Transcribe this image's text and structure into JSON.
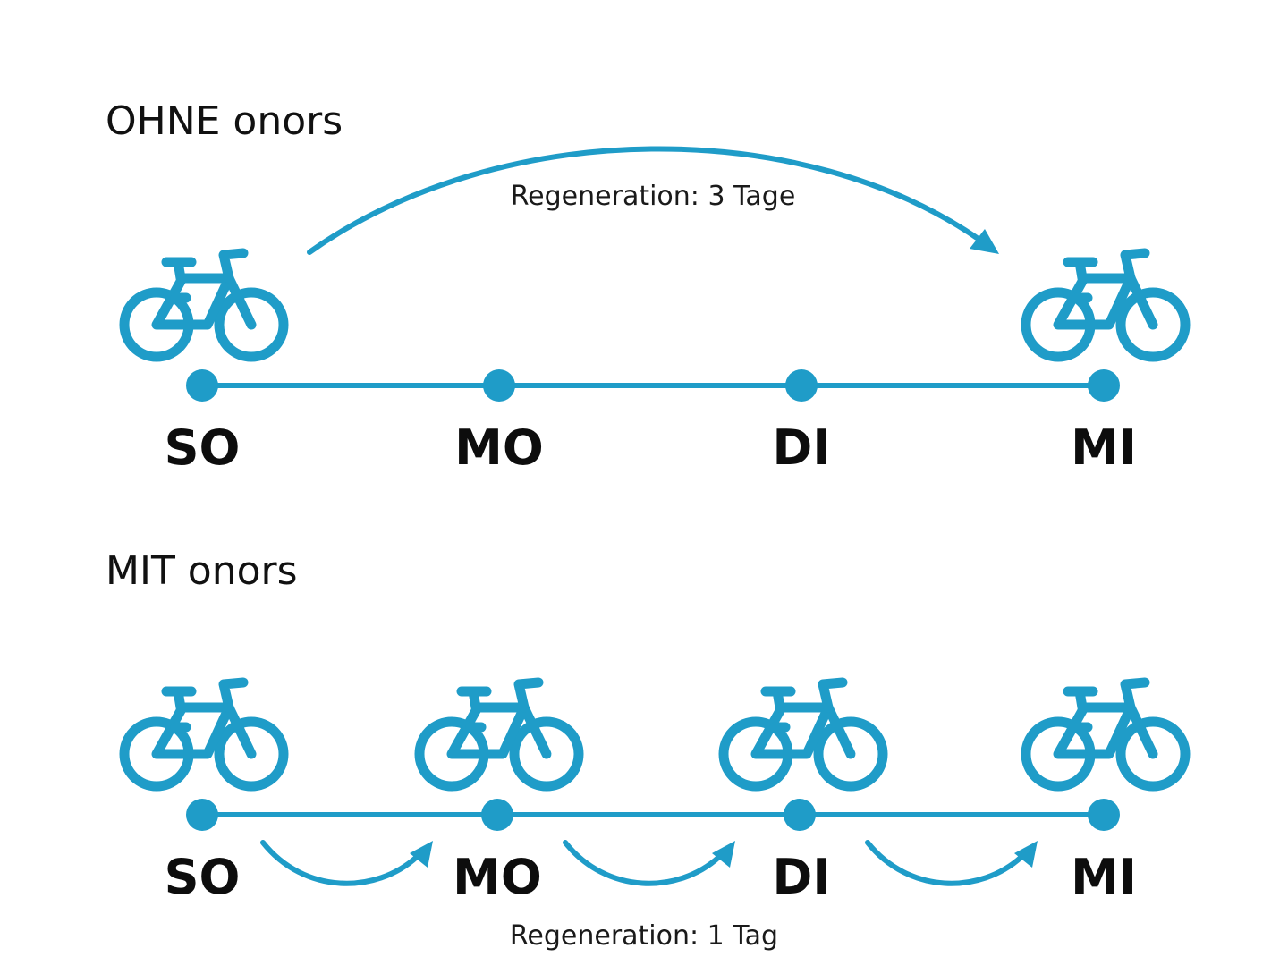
{
  "colors": {
    "accent": "#1f9cc8",
    "text": "#111111",
    "background": "#ffffff"
  },
  "sections": [
    {
      "title": "OHNE onors",
      "regeneration_label": "Regeneration: 3 Tage",
      "days": [
        "SO",
        "MO",
        "DI",
        "MI"
      ],
      "bikes_at_days": [
        "SO",
        "MI"
      ],
      "arrows": [
        {
          "from": "SO",
          "to": "MI"
        }
      ]
    },
    {
      "title": "MIT onors",
      "regeneration_label": "Regeneration: 1 Tag",
      "days": [
        "SO",
        "MO",
        "DI",
        "MI"
      ],
      "bikes_at_days": [
        "SO",
        "MO",
        "DI",
        "MI"
      ],
      "arrows": [
        {
          "from": "SO",
          "to": "MO"
        },
        {
          "from": "MO",
          "to": "DI"
        },
        {
          "from": "DI",
          "to": "MI"
        }
      ]
    }
  ],
  "icons": {
    "bike": "bicycle-icon"
  }
}
